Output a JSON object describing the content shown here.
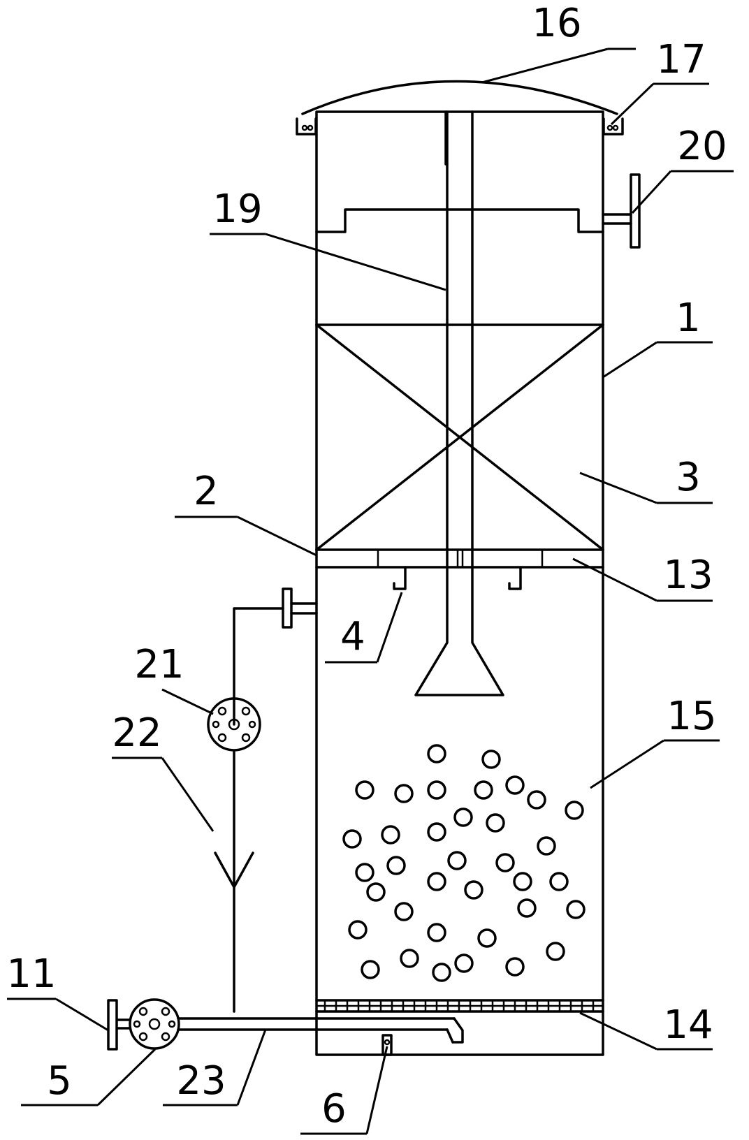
{
  "labels": {
    "l1": "1",
    "l2": "2",
    "l3": "3",
    "l4": "4",
    "l5": "5",
    "l6": "6",
    "l11": "11",
    "l13": "13",
    "l14": "14",
    "l15": "15",
    "l16": "16",
    "l17": "17",
    "l19": "19",
    "l20": "20",
    "l21": "21",
    "l22": "22",
    "l23": "23"
  }
}
